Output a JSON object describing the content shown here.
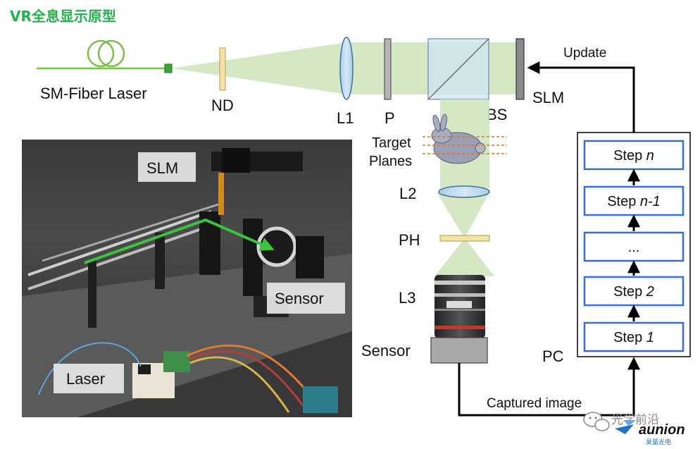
{
  "header": {
    "title": "VR全息显示原型",
    "title_color": "#22b24c"
  },
  "optics": {
    "laser_label": "SM-Fiber Laser",
    "nd_label": "ND",
    "l1_label": "L1",
    "p_label": "P",
    "bs_label": "BS",
    "slm_label": "SLM",
    "target_label_line1": "Target",
    "target_label_line2": "Planes",
    "l2_label": "L2",
    "ph_label": "PH",
    "l3_label": "L3",
    "sensor_label": "Sensor",
    "beam_color": "#cfe6bf",
    "fiber_color": "#7dbd4a"
  },
  "pc": {
    "label": "PC",
    "update_label": "Update",
    "captured_label": "Captured image",
    "steps": [
      {
        "prefix": "Step ",
        "suffix": "n"
      },
      {
        "prefix": "Step ",
        "suffix": "n-1"
      },
      {
        "prefix": "...",
        "suffix": ""
      },
      {
        "prefix": "Step ",
        "suffix": "2"
      },
      {
        "prefix": "Step ",
        "suffix": "1"
      }
    ],
    "step_border_color": "#3a6fc4"
  },
  "photo": {
    "tag_slm": "SLM",
    "tag_sensor": "Sensor",
    "tag_laser": "Laser",
    "arrow_color": "#3cc43c"
  },
  "watermark": {
    "wechat_text": "光学前沿",
    "brand_text": "aunion",
    "brand_sub": "昊量光电",
    "brand_color": "#1f74c8"
  }
}
